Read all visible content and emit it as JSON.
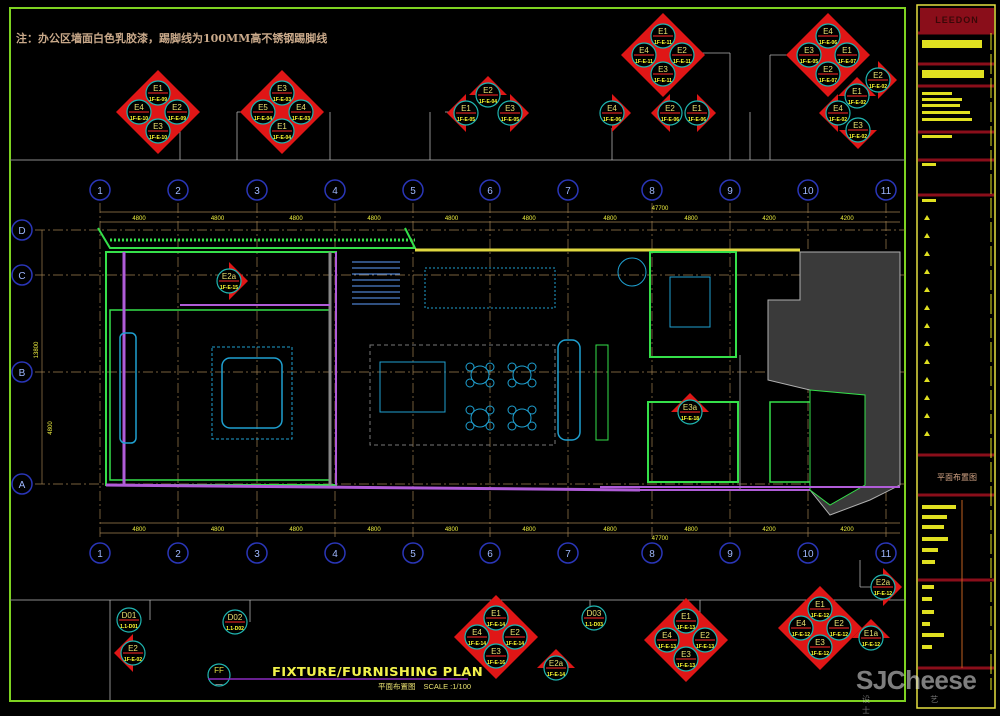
{
  "note": "注：办公区墙面白色乳胶漆，踢脚线为100MM高不锈钢踢脚线",
  "title_block": {
    "logo": "LEEDON",
    "drawing_name": "平面布置图"
  },
  "plan": {
    "title": "FIXTURE/FURNISHING PLAN",
    "subtitle_cn": "平面布置图",
    "scale": "SCALE :1/100",
    "ff_tag": {
      "top": "FF",
      "bottom": "—"
    }
  },
  "grid": {
    "columns": [
      "1",
      "2",
      "3",
      "4",
      "5",
      "6",
      "7",
      "8",
      "9",
      "10",
      "11"
    ],
    "rows": [
      "D",
      "C",
      "B",
      "A"
    ]
  },
  "dimensions": {
    "total": "47700",
    "spans": [
      "4800",
      "4800",
      "4800",
      "4800",
      "4800",
      "4800",
      "4800",
      "4800",
      "4200",
      "4200"
    ],
    "vertical_total": "13800",
    "vertical_span": "4800"
  },
  "callouts": {
    "quads": [
      {
        "tags": [
          {
            "id": "E1",
            "ref": "1F-E-09"
          },
          {
            "id": "E4",
            "ref": "1F-E-10"
          },
          {
            "id": "E2",
            "ref": "1F-E-09"
          },
          {
            "id": "E3",
            "ref": "1F-E-10"
          }
        ]
      },
      {
        "tags": [
          {
            "id": "E3",
            "ref": "1F-E-03"
          },
          {
            "id": "E5",
            "ref": "1F-E-04"
          },
          {
            "id": "E4",
            "ref": "1F-E-03"
          },
          {
            "id": "E1",
            "ref": "1F-E-04"
          }
        ]
      },
      {
        "tags": [
          {
            "id": "E1",
            "ref": "1F-E-11"
          },
          {
            "id": "E4",
            "ref": "1F-E-11"
          },
          {
            "id": "E2",
            "ref": "1F-E-11"
          },
          {
            "id": "E3",
            "ref": "1F-E-11"
          }
        ]
      },
      {
        "tags": [
          {
            "id": "E4",
            "ref": "1F-E-06"
          },
          {
            "id": "E3",
            "ref": "1F-E-05"
          },
          {
            "id": "E1",
            "ref": "1F-E-07"
          },
          {
            "id": "E2",
            "ref": "1F-E-07"
          }
        ]
      },
      {
        "tags": [
          {
            "id": "E1",
            "ref": "1F-E-14"
          },
          {
            "id": "E4",
            "ref": "1F-E-14"
          },
          {
            "id": "E2",
            "ref": "1F-E-14"
          },
          {
            "id": "E3",
            "ref": "1F-E-16"
          }
        ]
      },
      {
        "tags": [
          {
            "id": "E1",
            "ref": "1F-E-13"
          },
          {
            "id": "E4",
            "ref": "1F-E-13"
          },
          {
            "id": "E2",
            "ref": "1F-E-13"
          },
          {
            "id": "E3",
            "ref": "1F-E-13"
          }
        ]
      },
      {
        "tags": [
          {
            "id": "E1",
            "ref": "1F-E-12"
          },
          {
            "id": "E4",
            "ref": "1F-E-12"
          },
          {
            "id": "E2",
            "ref": "1F-E-12"
          },
          {
            "id": "E3",
            "ref": "1F-E-12"
          }
        ]
      }
    ],
    "singles": [
      {
        "id": "E2",
        "ref": "1F-E-04"
      },
      {
        "id": "E1",
        "ref": "1F-E-05"
      },
      {
        "id": "E3",
        "ref": "1F-E-05"
      },
      {
        "id": "E4",
        "ref": "1F-E-06"
      },
      {
        "id": "E2",
        "ref": "1F-E-06"
      },
      {
        "id": "E1",
        "ref": "1F-E-06"
      },
      {
        "id": "E2",
        "ref": "1F-E-02"
      },
      {
        "id": "E1",
        "ref": "1F-E-02"
      },
      {
        "id": "E4",
        "ref": "1F-E-02"
      },
      {
        "id": "E3",
        "ref": "1F-E-02"
      },
      {
        "id": "E2a",
        "ref": "1F-E-15"
      },
      {
        "id": "E3a",
        "ref": "1F-E-18"
      },
      {
        "id": "D01",
        "ref": "1.1-D01"
      },
      {
        "id": "D02",
        "ref": "1.1-D02"
      },
      {
        "id": "D03",
        "ref": "1.1-D03"
      },
      {
        "id": "E2",
        "ref": "1F-E-02"
      },
      {
        "id": "E2a",
        "ref": "1F-E-14"
      },
      {
        "id": "E2a",
        "ref": "1F-E-12"
      },
      {
        "id": "E1a",
        "ref": "1F-E-12"
      }
    ]
  },
  "watermark": {
    "text": "SJCheese",
    "sub": "设 艺 士"
  },
  "colors": {
    "frame": "#7ed321",
    "wall": "#35e04a",
    "partition": "#b05cd8",
    "grid_circle": "#2a36b8",
    "tag_ring": "#1fb5b0",
    "tag_diamond": "#e01616",
    "dim_text": "#f0f040",
    "furniture": "#2a9fd0"
  }
}
